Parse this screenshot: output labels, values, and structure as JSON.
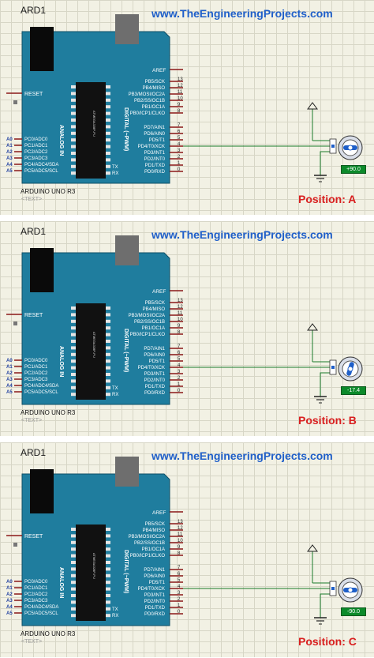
{
  "website": "www.TheEngineeringProjects.com",
  "board": {
    "designator": "ARD1",
    "name": "ARDUINO UNO R3",
    "text_tag": "<TEXT>",
    "reset_label": "RESET",
    "aref_label": "AREF",
    "analog_header_label": "ANALOG IN",
    "digital_header_label": "DIGITAL (~PWM)",
    "chip_label": "ATMEGA328P-PU",
    "analog_pins": [
      {
        "pin": "A0",
        "name": "PC0/ADC0"
      },
      {
        "pin": "A1",
        "name": "PC1/ADC1"
      },
      {
        "pin": "A2",
        "name": "PC2/ADC2"
      },
      {
        "pin": "A3",
        "name": "PC3/ADC3"
      },
      {
        "pin": "A4",
        "name": "PC4/ADC4/SDA"
      },
      {
        "pin": "A5",
        "name": "PC5/ADC5/SCL"
      }
    ],
    "digital_pins": [
      {
        "name": "PB5/SCK",
        "num": "13"
      },
      {
        "name": "PB4/MISO",
        "num": "12"
      },
      {
        "name": "PB3/MOSI/OC2A",
        "num": "11"
      },
      {
        "name": "PB2/SS/OC1B",
        "num": "10"
      },
      {
        "name": "PB1/OC1A",
        "num": "9"
      },
      {
        "name": "PB0/ICP1/CLKO",
        "num": "8"
      },
      {
        "name": "PD7/AIN1",
        "num": "7"
      },
      {
        "name": "PD6/AIN0",
        "num": "6"
      },
      {
        "name": "PD5/T1",
        "num": "5"
      },
      {
        "name": "PD4/T0/XCK",
        "num": "4"
      },
      {
        "name": "PD3/INT1",
        "num": "3"
      },
      {
        "name": "PD2/INT0",
        "num": "2"
      },
      {
        "name": "PD1/TXD",
        "num": "1"
      },
      {
        "name": "PD0/RXD",
        "num": "0"
      }
    ],
    "tx_label": "TX",
    "rx_label": "RX"
  },
  "panels": [
    {
      "position_label": "Position: A",
      "servo_value": "+90.0",
      "servo_angle": 90
    },
    {
      "position_label": "Position: B",
      "servo_value": "-17.4",
      "servo_angle": -17.4
    },
    {
      "position_label": "Position: C",
      "servo_value": "-90.0",
      "servo_angle": -90
    }
  ],
  "colors": {
    "board": "#1f7d9e",
    "wire": "#1a7a2a",
    "website_text": "#1f5fc9",
    "position_text": "#d92020",
    "servo_readout": "#0c8a2a"
  }
}
